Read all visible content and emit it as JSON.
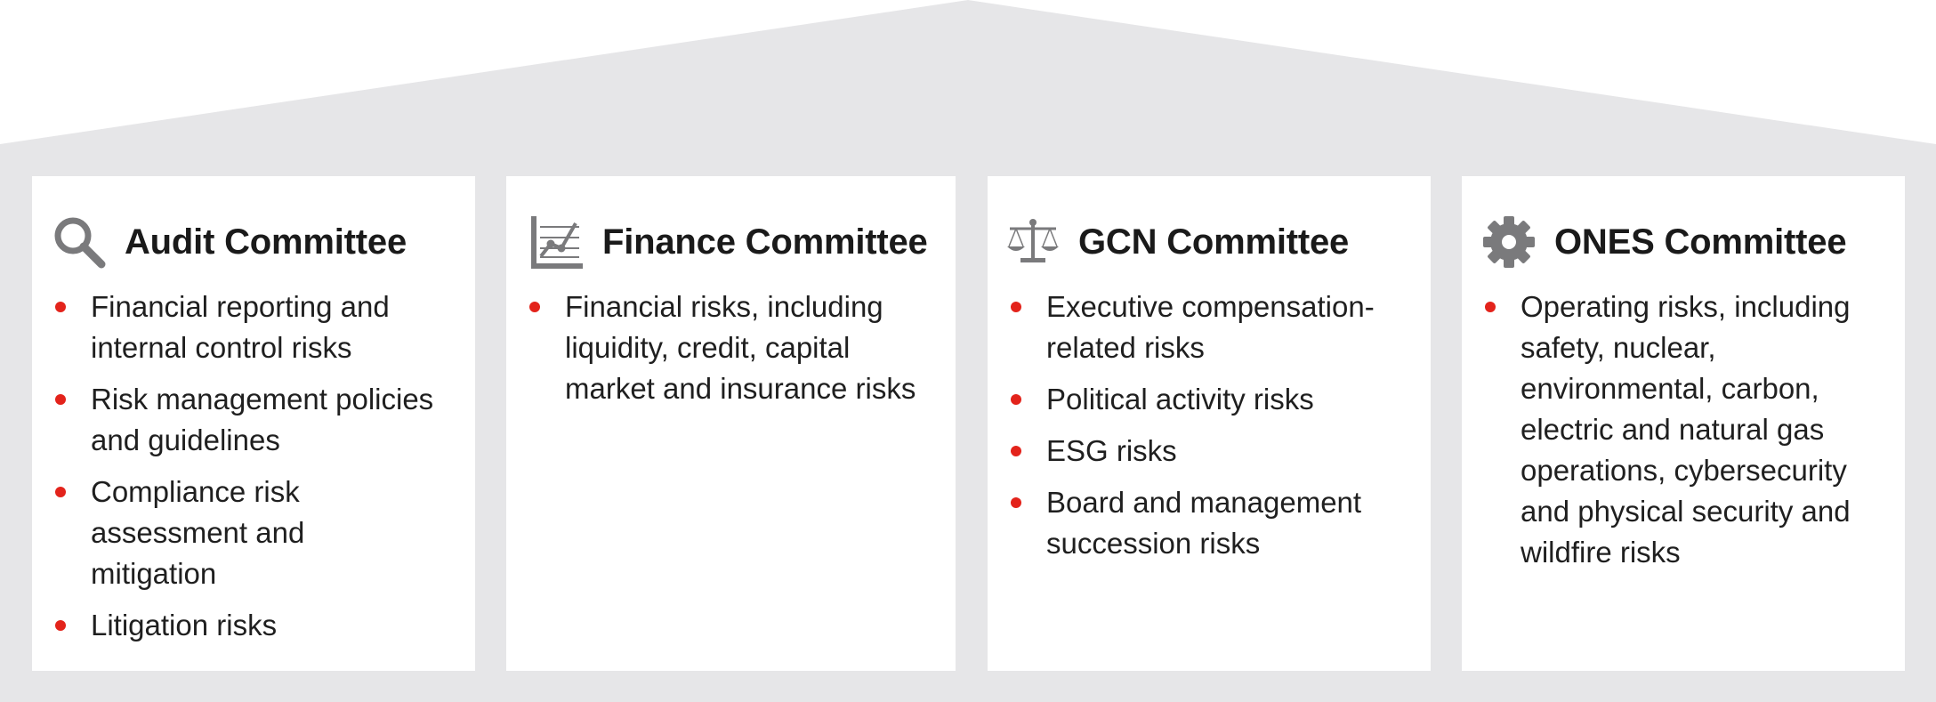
{
  "colors": {
    "house_background": "#e6e6e8",
    "panel_background": "#ffffff",
    "bullet": "#e3231b",
    "icon": "#7a7a7c",
    "text": "#1a1a1a"
  },
  "committees": [
    {
      "icon": "magnifier-icon",
      "title": "Audit Committee",
      "risks": [
        "Financial reporting and internal control risks",
        "Risk management policies and guidelines",
        "Compliance risk assessment and mitigation",
        "Litigation risks"
      ]
    },
    {
      "icon": "chart-icon",
      "title": "Finance Committee",
      "risks": [
        "Financial risks, including liquidity, credit, capital market and insurance risks"
      ]
    },
    {
      "icon": "scales-icon",
      "title": "GCN Committee",
      "risks": [
        "Executive compensation-related risks",
        "Political activity risks",
        "ESG risks",
        "Board and management succession risks"
      ]
    },
    {
      "icon": "gear-icon",
      "title": "ONES Committee",
      "risks": [
        "Operating risks, including safety, nuclear, environmental, carbon, electric and natural gas operations, cybersecurity and physical security and wildfire risks"
      ]
    }
  ]
}
